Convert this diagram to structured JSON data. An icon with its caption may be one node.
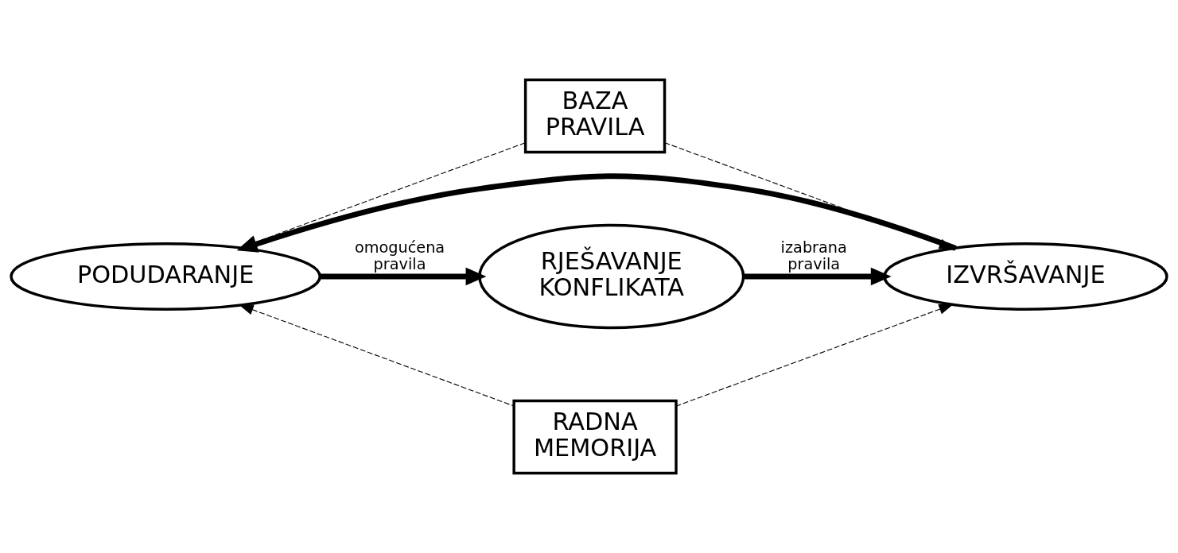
{
  "diagram": {
    "nodes": [
      {
        "text": [
          "BAZA PRAVILA"
        ]
      },
      {
        "text": [
          "PODUDARANJE"
        ]
      },
      {
        "text": [
          "RJEŠAVANJE KONFLIKATA"
        ]
      },
      {
        "text": [
          "IZVRŠAVANJE"
        ]
      },
      {
        "text": [
          "RADNA MEMORIJA"
        ]
      }
    ],
    "edges": [
      {
        "from": 0,
        "to": 1,
        "arrow": "to",
        "style": "dashed"
      },
      {
        "from": 0,
        "to": 3,
        "arrow": "to",
        "style": "dashed"
      },
      {
        "from": 1,
        "to": 2,
        "arrow": "to",
        "style": "thick",
        "label": "omogućena pravila"
      },
      {
        "from": 2,
        "to": 3,
        "arrow": "to",
        "style": "thick",
        "label": "izabrana pravila"
      },
      {
        "from": 3,
        "to": 1,
        "arrow": "to",
        "style": "thick"
      },
      {
        "from": 4,
        "to": 1,
        "arrow": "to",
        "style": "dashed"
      },
      {
        "from": 4,
        "to": 3,
        "arrow": "to",
        "style": "dashed"
      }
    ]
  }
}
